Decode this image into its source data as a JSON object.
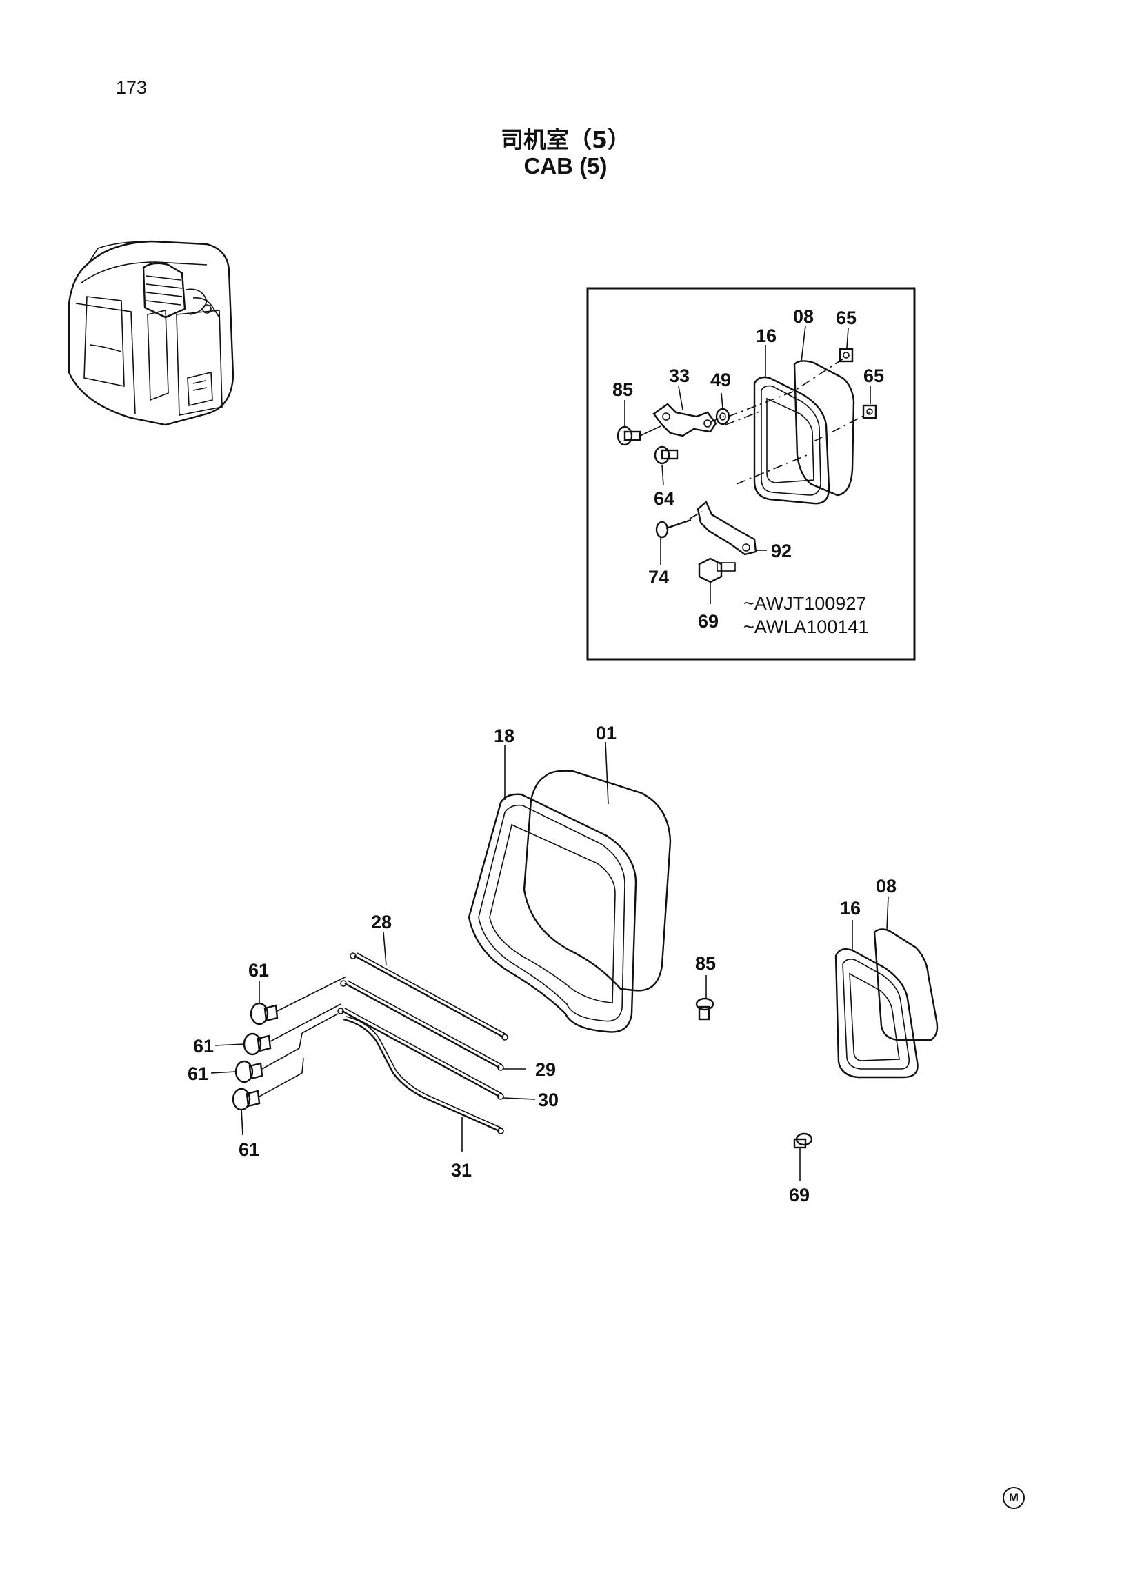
{
  "header": {
    "page_number": "173",
    "title_zh": "司机室（5）",
    "title_en": "CAB (5)"
  },
  "inset": {
    "callouts": {
      "c85": "85",
      "c33": "33",
      "c49": "49",
      "c16": "16",
      "c08": "08",
      "c65a": "65",
      "c65b": "65",
      "c64": "64",
      "c74": "74",
      "c92": "92",
      "c69": "69"
    },
    "serial_ranges": [
      "~AWJT100927",
      "~AWLA100141"
    ]
  },
  "main": {
    "callouts": {
      "c18": "18",
      "c01": "01",
      "c28": "28",
      "c61a": "61",
      "c61b": "61",
      "c61c": "61",
      "c61d": "61",
      "c29": "29",
      "c30": "30",
      "c31": "31",
      "c85": "85",
      "c16": "16",
      "c08": "08",
      "c69": "69"
    }
  },
  "footer": {
    "mark": "M"
  }
}
